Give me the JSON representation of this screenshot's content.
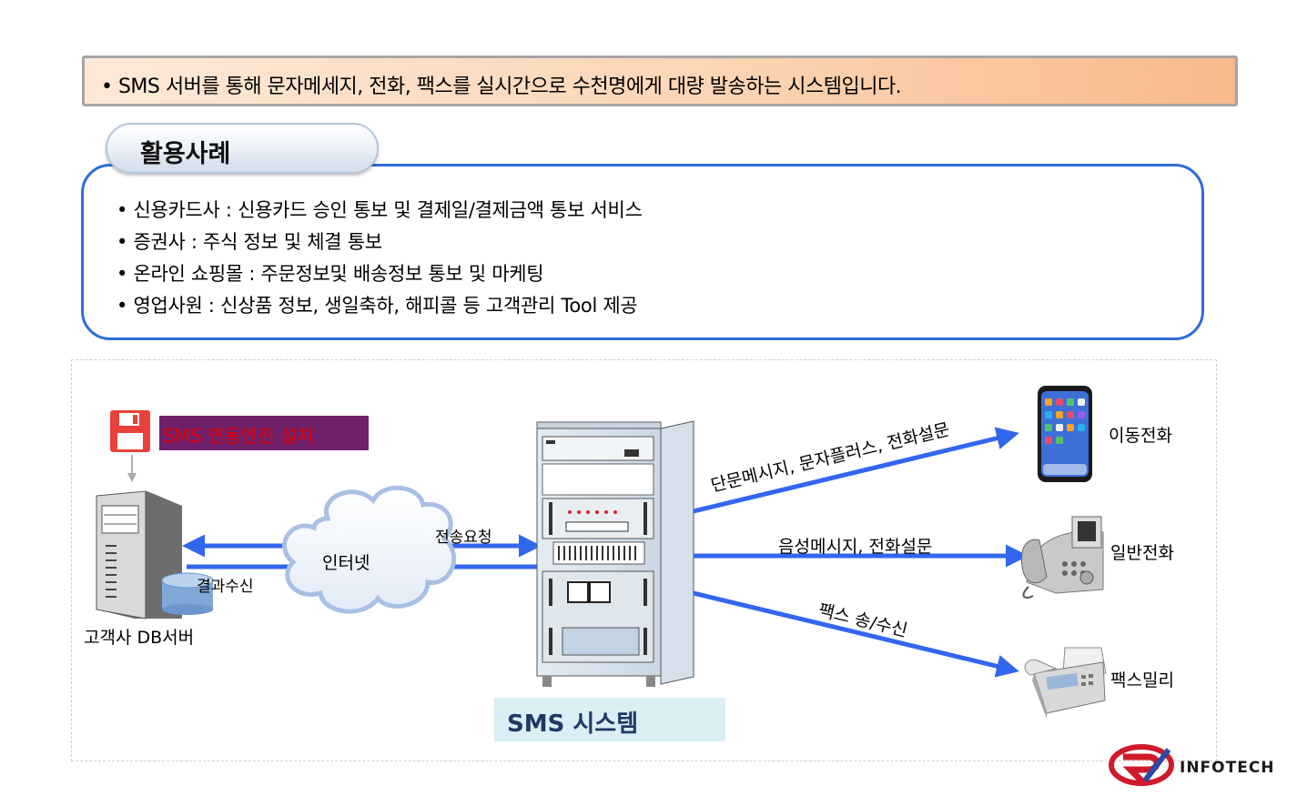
{
  "banner": {
    "text": "•   SMS 서버를 통해 문자메세지, 전화, 팩스를 실시간으로 수천명에게 대량 발송하는 시스템입니다."
  },
  "cases": {
    "title": "활용사례",
    "items": [
      "• 신용카드사 : 신용카드 승인 통보 및 결제일/결제금액 통보 서비스",
      "• 증권사 : 주식 정보 및 체결 통보",
      "• 온라인 쇼핑몰 : 주문정보및 배송정보 통보 및 마케팅",
      "• 영업사원 : 신상품 정보,  생일축하, 해피콜 등 고객관리 Tool 제공"
    ]
  },
  "diagram": {
    "engine_label": "SMS 연동엔진 설치",
    "server_label": "고객사 DB서버",
    "internet_label": "인터넷",
    "request_label": "전송요청",
    "result_label": "결과수신",
    "system_label": "SMS 시스템",
    "edge_mobile": "단문메시지, 문자플러스, 전화설문",
    "edge_phone": "음성메시지, 전화설문",
    "edge_fax": "팩스 송/수신",
    "mobile_label": "이동전화",
    "phone_label": "일반전화",
    "fax_label": "팩스밀리"
  },
  "logo": {
    "text": "INFOTECH"
  },
  "colors": {
    "arrow": "#3366ee",
    "box_border": "#2f6cd8",
    "engine_bg": "#70206a",
    "engine_text": "#e60000",
    "system_bg": "#daeef3",
    "system_text": "#1f3864"
  },
  "icons": [
    "floppy-disk-icon",
    "server-tower-icon",
    "database-icon",
    "cloud-icon",
    "rack-cabinet-icon",
    "smartphone-icon",
    "desk-phone-icon",
    "fax-machine-icon",
    "company-logo-icon"
  ]
}
